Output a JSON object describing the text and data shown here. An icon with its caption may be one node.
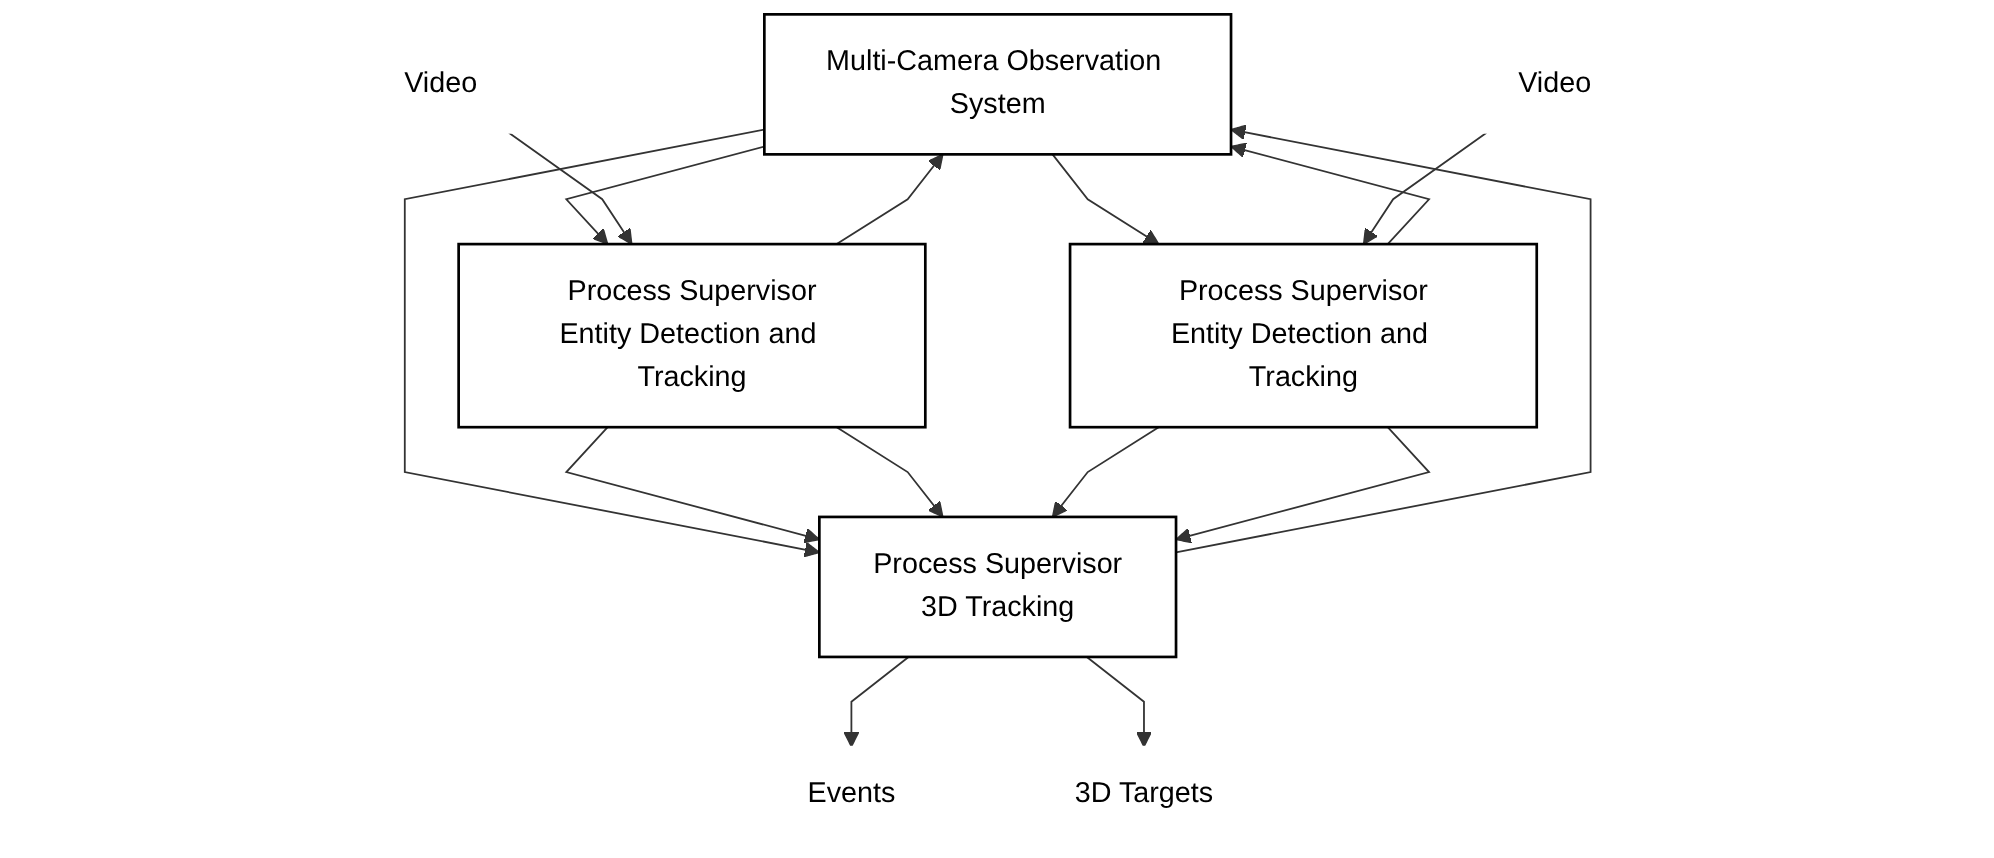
{
  "diagram": {
    "nodes": [
      {
        "text": [
          "Multi-Camera Observation System"
        ]
      },
      {
        "text": [
          "Process Supervisor",
          "Entity Detection and Tracking"
        ]
      },
      {
        "text": [
          "Process Supervisor",
          "3D Tracking"
        ]
      },
      {
        "text": [
          "Events"
        ]
      },
      {
        "text": [
          "Video"
        ]
      },
      {
        "text": [
          "3D Targets"
        ]
      },
      {
        "text": [
          "Process Supervisor",
          "Entity Detection and Tracking"
        ]
      },
      {
        "text": [
          "Video"
        ]
      }
    ],
    "edges": [
      {
        "from": 0,
        "to": 1,
        "arrow": "to"
      },
      {
        "from": 1,
        "to": 0,
        "arrow": "to"
      },
      {
        "from": 0,
        "to": 6,
        "arrow": "to"
      },
      {
        "from": 6,
        "to": 0,
        "arrow": "to"
      },
      {
        "from": 0,
        "to": 2,
        "arrow": "to"
      },
      {
        "from": 2,
        "to": 0,
        "arrow": "to"
      },
      {
        "from": 4,
        "to": 1,
        "arrow": "to"
      },
      {
        "from": 7,
        "to": 6,
        "arrow": "to"
      },
      {
        "from": 1,
        "to": 2,
        "arrow": "to"
      },
      {
        "from": 1,
        "to": 2,
        "arrow": "to"
      },
      {
        "from": 6,
        "to": 2,
        "arrow": "to"
      },
      {
        "from": 6,
        "to": 2,
        "arrow": "to"
      },
      {
        "from": 2,
        "to": 3,
        "arrow": "to"
      },
      {
        "from": 2,
        "to": 5,
        "arrow": "to"
      }
    ]
  }
}
